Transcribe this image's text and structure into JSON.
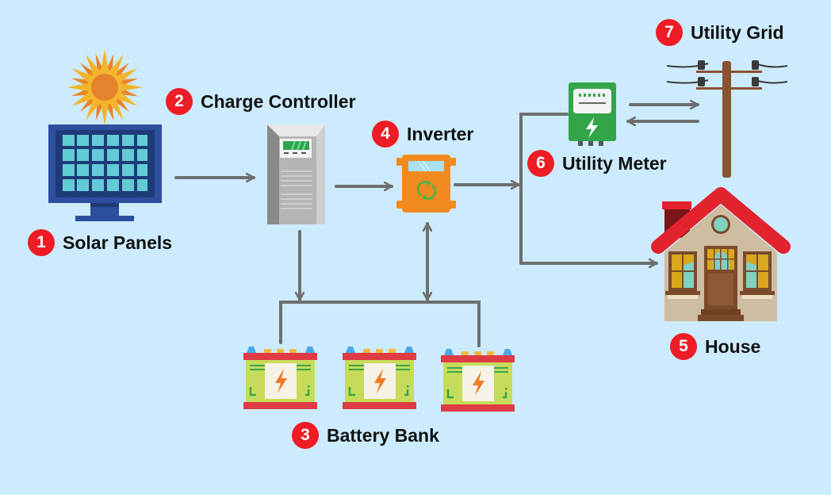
{
  "diagram": {
    "title": "Solar power system with battery bank and grid connection",
    "background_color": "#cdebfe",
    "connector_color": "#6e6e6e",
    "badge_color": "#ee1c25",
    "components": [
      {
        "id": "solar-panels",
        "number": "1",
        "label": "Solar Panels",
        "icon": "solar-panel-icon"
      },
      {
        "id": "charge-controller",
        "number": "2",
        "label": "Charge Controller",
        "icon": "charge-controller-icon"
      },
      {
        "id": "battery-bank",
        "number": "3",
        "label": "Battery Bank",
        "icon": "battery-icon",
        "battery_count": 3
      },
      {
        "id": "inverter",
        "number": "4",
        "label": "Inverter",
        "icon": "inverter-icon"
      },
      {
        "id": "house",
        "number": "5",
        "label": "House",
        "icon": "house-icon"
      },
      {
        "id": "utility-meter",
        "number": "6",
        "label": "Utility Meter",
        "icon": "utility-meter-icon"
      },
      {
        "id": "utility-grid",
        "number": "7",
        "label": "Utility Grid",
        "icon": "utility-pole-icon"
      }
    ],
    "connections": [
      {
        "from": "solar-panels",
        "to": "charge-controller",
        "direction": "one-way"
      },
      {
        "from": "charge-controller",
        "to": "inverter",
        "direction": "one-way"
      },
      {
        "from": "charge-controller",
        "to": "battery-bank",
        "direction": "one-way"
      },
      {
        "from": "inverter",
        "to": "battery-bank",
        "direction": "two-way"
      },
      {
        "from": "inverter",
        "to": "utility-meter",
        "direction": "one-way"
      },
      {
        "from": "inverter",
        "to": "house",
        "direction": "one-way"
      },
      {
        "from": "utility-meter",
        "to": "utility-grid",
        "direction": "one-way"
      },
      {
        "from": "utility-grid",
        "to": "utility-meter",
        "direction": "one-way"
      }
    ]
  }
}
